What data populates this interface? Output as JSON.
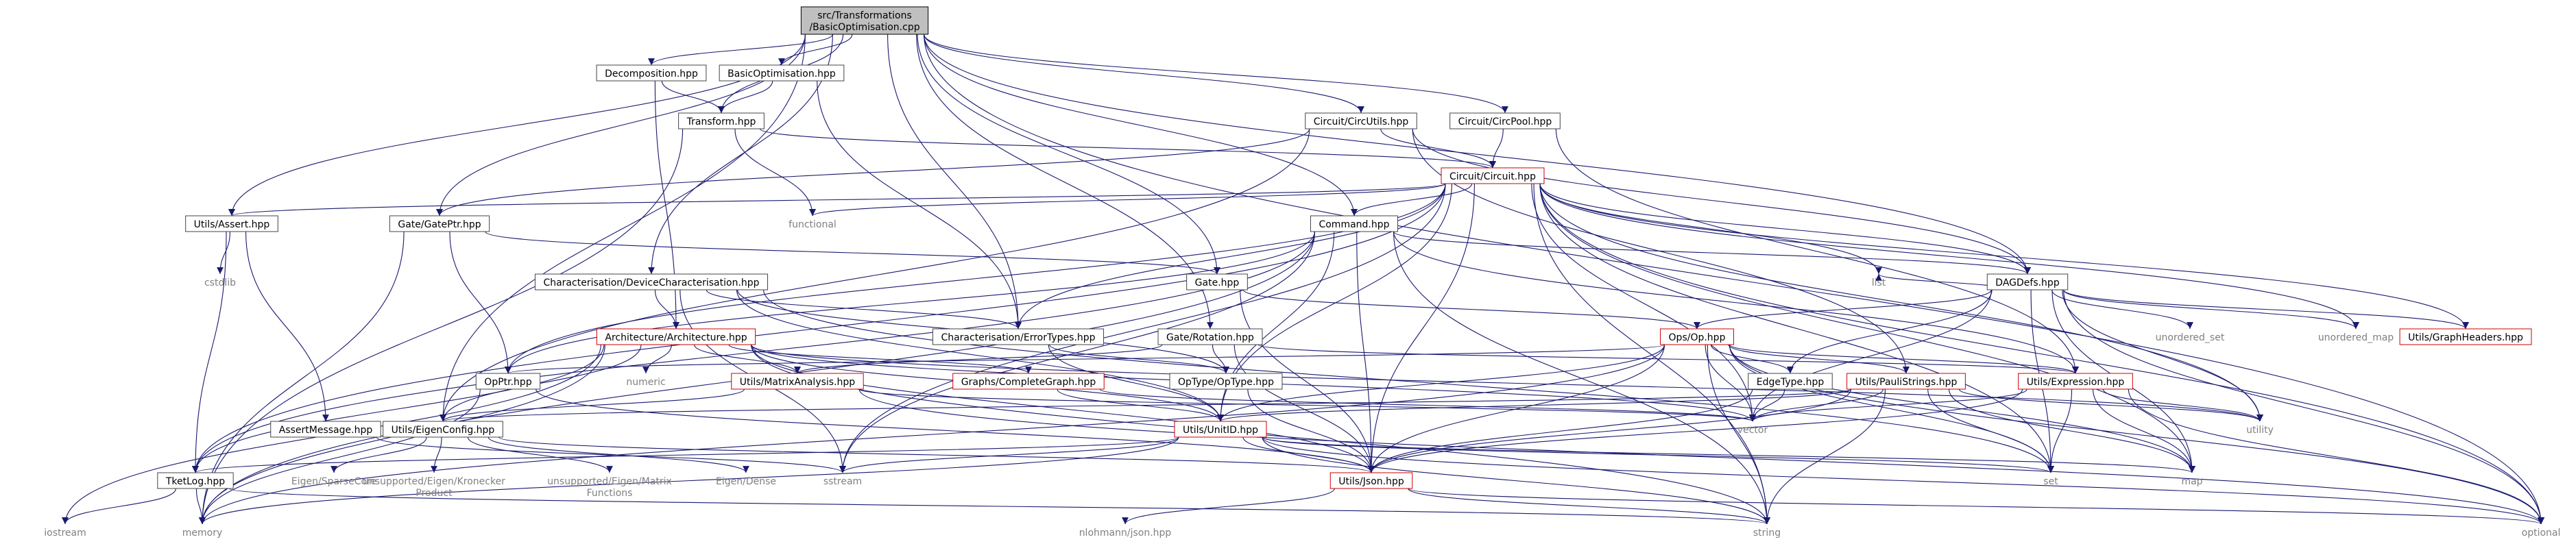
{
  "page": {
    "title": "Include dependency graph for BasicOptimisation.cpp"
  },
  "colors": {
    "edge": "#191970",
    "node_border": "#404040",
    "red_border": "#cc0000",
    "root_fill": "#bfbfbf",
    "leaf_text": "#808080"
  },
  "nodes": [
    {
      "id": "root",
      "lines": [
        "src/Transformations",
        "/BasicOptimisation.cpp"
      ],
      "kind": "root"
    },
    {
      "id": "decomp",
      "lines": [
        "Decomposition.hpp"
      ],
      "kind": "plain"
    },
    {
      "id": "basicopt",
      "lines": [
        "BasicOptimisation.hpp"
      ],
      "kind": "plain"
    },
    {
      "id": "circutils",
      "lines": [
        "Circuit/CircUtils.hpp"
      ],
      "kind": "plain"
    },
    {
      "id": "circpool",
      "lines": [
        "Circuit/CircPool.hpp"
      ],
      "kind": "plain"
    },
    {
      "id": "transform",
      "lines": [
        "Transform.hpp"
      ],
      "kind": "plain"
    },
    {
      "id": "circuit",
      "lines": [
        "Circuit/Circuit.hpp"
      ],
      "kind": "red"
    },
    {
      "id": "assert",
      "lines": [
        "Utils/Assert.hpp"
      ],
      "kind": "plain"
    },
    {
      "id": "gateptr",
      "lines": [
        "Gate/GatePtr.hpp"
      ],
      "kind": "plain"
    },
    {
      "id": "functional",
      "lines": [
        "functional"
      ],
      "kind": "leaf"
    },
    {
      "id": "command",
      "lines": [
        "Command.hpp"
      ],
      "kind": "plain"
    },
    {
      "id": "cstdlib",
      "lines": [
        "cstdlib"
      ],
      "kind": "leaf"
    },
    {
      "id": "devchar",
      "lines": [
        "Characterisation/DeviceCharacterisation.hpp"
      ],
      "kind": "plain"
    },
    {
      "id": "gatehpp",
      "lines": [
        "Gate.hpp"
      ],
      "kind": "plain"
    },
    {
      "id": "dagdefs",
      "lines": [
        "DAGDefs.hpp"
      ],
      "kind": "plain"
    },
    {
      "id": "list",
      "lines": [
        "list"
      ],
      "kind": "leaf"
    },
    {
      "id": "architecture",
      "lines": [
        "Architecture/Architecture.hpp"
      ],
      "kind": "red"
    },
    {
      "id": "errortypes",
      "lines": [
        "Characterisation/ErrorTypes.hpp"
      ],
      "kind": "plain"
    },
    {
      "id": "rotation",
      "lines": [
        "Gate/Rotation.hpp"
      ],
      "kind": "plain"
    },
    {
      "id": "opshpp",
      "lines": [
        "Ops/Op.hpp"
      ],
      "kind": "red"
    },
    {
      "id": "unordered_set",
      "lines": [
        "unordered_set"
      ],
      "kind": "leaf"
    },
    {
      "id": "unordered_map",
      "lines": [
        "unordered_map"
      ],
      "kind": "leaf"
    },
    {
      "id": "graphheaders",
      "lines": [
        "Utils/GraphHeaders.hpp"
      ],
      "kind": "red"
    },
    {
      "id": "opptr",
      "lines": [
        "OpPtr.hpp"
      ],
      "kind": "plain"
    },
    {
      "id": "numeric",
      "lines": [
        "numeric"
      ],
      "kind": "leaf"
    },
    {
      "id": "matrixanalysis",
      "lines": [
        "Utils/MatrixAnalysis.hpp"
      ],
      "kind": "red"
    },
    {
      "id": "completegraph",
      "lines": [
        "Graphs/CompleteGraph.hpp"
      ],
      "kind": "red"
    },
    {
      "id": "optype",
      "lines": [
        "OpType/OpType.hpp"
      ],
      "kind": "plain"
    },
    {
      "id": "edgetype",
      "lines": [
        "EdgeType.hpp"
      ],
      "kind": "plain"
    },
    {
      "id": "paulistrings",
      "lines": [
        "Utils/PauliStrings.hpp"
      ],
      "kind": "red"
    },
    {
      "id": "expression",
      "lines": [
        "Utils/Expression.hpp"
      ],
      "kind": "red"
    },
    {
      "id": "assertmessage",
      "lines": [
        "AssertMessage.hpp"
      ],
      "kind": "plain"
    },
    {
      "id": "eigenconfig",
      "lines": [
        "Utils/EigenConfig.hpp"
      ],
      "kind": "plain"
    },
    {
      "id": "unitid",
      "lines": [
        "Utils/UnitID.hpp"
      ],
      "kind": "red"
    },
    {
      "id": "vector",
      "lines": [
        "vector"
      ],
      "kind": "leaf"
    },
    {
      "id": "utility",
      "lines": [
        "utility"
      ],
      "kind": "leaf"
    },
    {
      "id": "tketlog",
      "lines": [
        "TketLog.hpp"
      ],
      "kind": "plain"
    },
    {
      "id": "eigensparse",
      "lines": [
        "Eigen/SparseCore"
      ],
      "kind": "leaf"
    },
    {
      "id": "kronecker",
      "lines": [
        "unsupported/Eigen/Kronecker",
        "Product"
      ],
      "kind": "leaf"
    },
    {
      "id": "matrixfunctions",
      "lines": [
        "unsupported/Eigen/Matrix",
        "Functions"
      ],
      "kind": "leaf"
    },
    {
      "id": "eigendense",
      "lines": [
        "Eigen/Dense"
      ],
      "kind": "leaf"
    },
    {
      "id": "sstream",
      "lines": [
        "sstream"
      ],
      "kind": "leaf"
    },
    {
      "id": "json",
      "lines": [
        "Utils/Json.hpp"
      ],
      "kind": "red"
    },
    {
      "id": "set",
      "lines": [
        "set"
      ],
      "kind": "leaf"
    },
    {
      "id": "map",
      "lines": [
        "map"
      ],
      "kind": "leaf"
    },
    {
      "id": "iostream",
      "lines": [
        "iostream"
      ],
      "kind": "leaf"
    },
    {
      "id": "memory",
      "lines": [
        "memory"
      ],
      "kind": "leaf"
    },
    {
      "id": "nlohmann",
      "lines": [
        "nlohmann/json.hpp"
      ],
      "kind": "leaf"
    },
    {
      "id": "string",
      "lines": [
        "string"
      ],
      "kind": "leaf"
    },
    {
      "id": "optional",
      "lines": [
        "optional"
      ],
      "kind": "leaf"
    }
  ],
  "edges": [
    [
      "root",
      "decomp"
    ],
    [
      "root",
      "basicopt"
    ],
    [
      "root",
      "transform"
    ],
    [
      "root",
      "circutils"
    ],
    [
      "root",
      "circpool"
    ],
    [
      "root",
      "assert"
    ],
    [
      "root",
      "gateptr"
    ],
    [
      "root",
      "command"
    ],
    [
      "root",
      "devchar"
    ],
    [
      "root",
      "gatehpp"
    ],
    [
      "root",
      "dagdefs"
    ],
    [
      "root",
      "rotation"
    ],
    [
      "root",
      "errortypes"
    ],
    [
      "root",
      "eigenconfig"
    ],
    [
      "root",
      "optional"
    ],
    [
      "decomp",
      "transform"
    ],
    [
      "decomp",
      "architecture"
    ],
    [
      "basicopt",
      "transform"
    ],
    [
      "basicopt",
      "errortypes"
    ],
    [
      "transform",
      "circuit"
    ],
    [
      "transform",
      "functional"
    ],
    [
      "transform",
      "memory"
    ],
    [
      "circutils",
      "circuit"
    ],
    [
      "circutils",
      "gateptr"
    ],
    [
      "circutils",
      "dagdefs"
    ],
    [
      "circutils",
      "paulistrings"
    ],
    [
      "circutils",
      "eigenconfig"
    ],
    [
      "circpool",
      "circuit"
    ],
    [
      "circpool",
      "expression"
    ],
    [
      "circuit",
      "assert"
    ],
    [
      "circuit",
      "command"
    ],
    [
      "circuit",
      "dagdefs"
    ],
    [
      "circuit",
      "functional"
    ],
    [
      "circuit",
      "list"
    ],
    [
      "circuit",
      "unitid"
    ],
    [
      "circuit",
      "vector"
    ],
    [
      "circuit",
      "set"
    ],
    [
      "circuit",
      "map"
    ],
    [
      "circuit",
      "json"
    ],
    [
      "circuit",
      "optional"
    ],
    [
      "circuit",
      "graphheaders"
    ],
    [
      "circuit",
      "unordered_map"
    ],
    [
      "circuit",
      "errortypes"
    ],
    [
      "circuit",
      "tketlog"
    ],
    [
      "circuit",
      "sstream"
    ],
    [
      "circuit",
      "opptr"
    ],
    [
      "circuit",
      "utility"
    ],
    [
      "circuit",
      "string"
    ],
    [
      "assert",
      "cstdlib"
    ],
    [
      "assert",
      "assertmessage"
    ],
    [
      "assert",
      "tketlog"
    ],
    [
      "gateptr",
      "opptr"
    ],
    [
      "gateptr",
      "gatehpp"
    ],
    [
      "gateptr",
      "memory"
    ],
    [
      "command",
      "dagdefs"
    ],
    [
      "command",
      "unitid"
    ],
    [
      "command",
      "json"
    ],
    [
      "command",
      "opptr"
    ],
    [
      "command",
      "expression"
    ],
    [
      "command",
      "string"
    ],
    [
      "command",
      "tketlog"
    ],
    [
      "command",
      "memory"
    ],
    [
      "command",
      "sstream"
    ],
    [
      "devchar",
      "architecture"
    ],
    [
      "devchar",
      "errortypes"
    ],
    [
      "devchar",
      "optype"
    ],
    [
      "devchar",
      "unitid"
    ],
    [
      "devchar",
      "sstream"
    ],
    [
      "devchar",
      "set"
    ],
    [
      "gatehpp",
      "opshpp"
    ],
    [
      "gatehpp",
      "json"
    ],
    [
      "dagdefs",
      "opshpp"
    ],
    [
      "dagdefs",
      "edgetype"
    ],
    [
      "dagdefs",
      "list"
    ],
    [
      "dagdefs",
      "unordered_set"
    ],
    [
      "dagdefs",
      "unordered_map"
    ],
    [
      "dagdefs",
      "graphheaders"
    ],
    [
      "dagdefs",
      "vector"
    ],
    [
      "dagdefs",
      "map"
    ],
    [
      "dagdefs",
      "set"
    ],
    [
      "dagdefs",
      "utility"
    ],
    [
      "dagdefs",
      "optional"
    ],
    [
      "architecture",
      "matrixanalysis"
    ],
    [
      "architecture",
      "completegraph"
    ],
    [
      "architecture",
      "unitid"
    ],
    [
      "architecture",
      "json"
    ],
    [
      "architecture",
      "numeric"
    ],
    [
      "architecture",
      "iostream"
    ],
    [
      "architecture",
      "tketlog"
    ],
    [
      "architecture",
      "eigenconfig"
    ],
    [
      "architecture",
      "utility"
    ],
    [
      "architecture",
      "vector"
    ],
    [
      "architecture",
      "string"
    ],
    [
      "architecture",
      "memory"
    ],
    [
      "errortypes",
      "optype"
    ],
    [
      "errortypes",
      "unitid"
    ],
    [
      "rotation",
      "matrixanalysis"
    ],
    [
      "rotation",
      "optype"
    ],
    [
      "rotation",
      "expression"
    ],
    [
      "rotation",
      "json"
    ],
    [
      "opshpp",
      "opptr"
    ],
    [
      "opshpp",
      "edgetype"
    ],
    [
      "opshpp",
      "paulistrings"
    ],
    [
      "opshpp",
      "expression"
    ],
    [
      "opshpp",
      "unitid"
    ],
    [
      "opshpp",
      "json"
    ],
    [
      "opshpp",
      "vector"
    ],
    [
      "opshpp",
      "memory"
    ],
    [
      "opshpp",
      "string"
    ],
    [
      "opshpp",
      "optional"
    ],
    [
      "opshpp",
      "set"
    ],
    [
      "opshpp",
      "map"
    ],
    [
      "opptr",
      "memory"
    ],
    [
      "opptr",
      "json"
    ],
    [
      "matrixanalysis",
      "eigenconfig"
    ],
    [
      "matrixanalysis",
      "vector"
    ],
    [
      "matrixanalysis",
      "optional"
    ],
    [
      "completegraph",
      "unitid"
    ],
    [
      "completegraph",
      "vector"
    ],
    [
      "optype",
      "json"
    ],
    [
      "edgetype",
      "vector"
    ],
    [
      "edgetype",
      "json"
    ],
    [
      "paulistrings",
      "unitid"
    ],
    [
      "paulistrings",
      "json"
    ],
    [
      "paulistrings",
      "vector"
    ],
    [
      "paulistrings",
      "set"
    ],
    [
      "paulistrings",
      "map"
    ],
    [
      "paulistrings",
      "string"
    ],
    [
      "paulistrings",
      "utility"
    ],
    [
      "paulistrings",
      "eigenconfig"
    ],
    [
      "expression",
      "json"
    ],
    [
      "expression",
      "set"
    ],
    [
      "expression",
      "map"
    ],
    [
      "expression",
      "vector"
    ],
    [
      "expression",
      "optional"
    ],
    [
      "expression",
      "utility"
    ],
    [
      "assertmessage",
      "sstream"
    ],
    [
      "eigenconfig",
      "eigensparse"
    ],
    [
      "eigenconfig",
      "kronecker"
    ],
    [
      "eigenconfig",
      "matrixfunctions"
    ],
    [
      "eigenconfig",
      "eigendense"
    ],
    [
      "eigenconfig",
      "json"
    ],
    [
      "unitid",
      "json"
    ],
    [
      "unitid",
      "tketlog"
    ],
    [
      "unitid",
      "sstream"
    ],
    [
      "unitid",
      "string"
    ],
    [
      "unitid",
      "set"
    ],
    [
      "unitid",
      "map"
    ],
    [
      "unitid",
      "optional"
    ],
    [
      "unitid",
      "memory"
    ],
    [
      "tketlog",
      "iostream"
    ],
    [
      "tketlog",
      "memory"
    ],
    [
      "tketlog",
      "string"
    ],
    [
      "json",
      "nlohmann"
    ],
    [
      "json",
      "optional"
    ],
    [
      "json",
      "string"
    ]
  ]
}
